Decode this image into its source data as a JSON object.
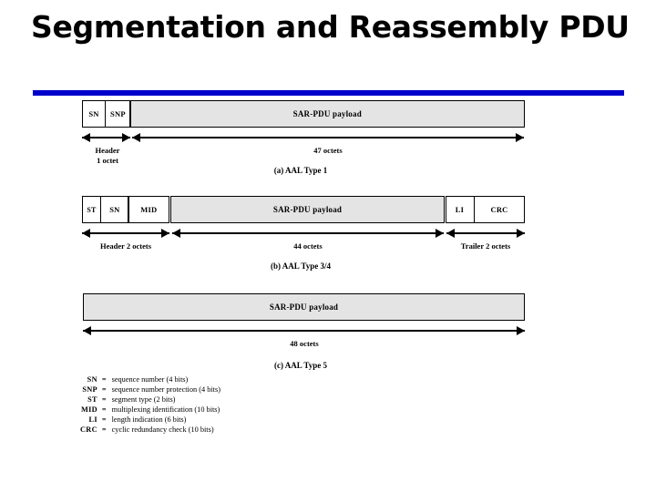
{
  "slide": {
    "title": "Segmentation and Reassembly PDU",
    "accent_color": "#0000CC",
    "payload_fill": "#E4E4E4"
  },
  "figure": {
    "diagrams": [
      {
        "caption": "(a) AAL Type 1",
        "fields": [
          {
            "label": "SN"
          },
          {
            "label": "SNP"
          },
          {
            "label": "SAR-PDU payload"
          }
        ],
        "measures": [
          {
            "label": "Header\n1 octet"
          },
          {
            "label": "47 octets"
          }
        ]
      },
      {
        "caption": "(b) AAL Type 3/4",
        "fields": [
          {
            "label": "ST"
          },
          {
            "label": "SN"
          },
          {
            "label": "MID"
          },
          {
            "label": "SAR-PDU payload"
          },
          {
            "label": "LI"
          },
          {
            "label": "CRC"
          }
        ],
        "measures": [
          {
            "label": "Header 2 octets"
          },
          {
            "label": "44 octets"
          },
          {
            "label": "Trailer 2 octets"
          }
        ]
      },
      {
        "caption": "(c) AAL Type 5",
        "fields": [
          {
            "label": "SAR-PDU payload"
          }
        ],
        "measures": [
          {
            "label": "48 octets"
          }
        ]
      }
    ]
  },
  "legend": {
    "entries": [
      {
        "abbr": "SN",
        "eq": "=",
        "desc": "sequence number (4 bits)"
      },
      {
        "abbr": "SNP",
        "eq": "=",
        "desc": "sequence number protection (4 bits)"
      },
      {
        "abbr": "ST",
        "eq": "=",
        "desc": "segment type (2 bits)"
      },
      {
        "abbr": "MID",
        "eq": "=",
        "desc": "multiplexing identification (10 bits)"
      },
      {
        "abbr": "LI",
        "eq": "=",
        "desc": "length indication (6 bits)"
      },
      {
        "abbr": "CRC",
        "eq": "=",
        "desc": "cyclic redundancy check (10 bits)"
      }
    ]
  }
}
